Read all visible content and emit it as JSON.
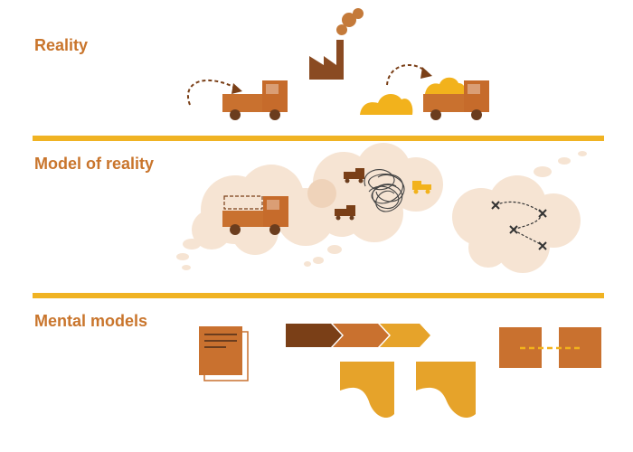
{
  "sections": {
    "reality": {
      "label": "Reality"
    },
    "model": {
      "label": "Model of reality"
    },
    "mental": {
      "label": "Mental models"
    }
  },
  "colors": {
    "label_text": "#c9752c",
    "divider": "#f0b323",
    "truck_body": "#c9712f",
    "truck_cab": "#c66b2b",
    "wheel": "#6b3d1e",
    "factory": "#8a4b22",
    "smoke": "#c47a3a",
    "cargo_yellow": "#f2b21c",
    "cloud": "#f6e4d3",
    "cloud_shadow": "#efd3ba",
    "dark_brown": "#7a3f17",
    "amber": "#e6a32a",
    "scribble": "#444444"
  },
  "icons": {
    "reality": [
      "curved-arrow-icon",
      "truck-icon",
      "factory-icon",
      "curved-arrow-icon",
      "cargo-pile-icon",
      "loaded-truck-icon"
    ],
    "model": [
      "thought-cloud-icon",
      "truck-icon",
      "tangled-scribble-icon",
      "thought-cloud-icon",
      "cross-path-icon"
    ],
    "mental": [
      "document-stack-icon",
      "process-chevrons-icon",
      "flag-shape-icon",
      "linked-boxes-icon"
    ]
  }
}
